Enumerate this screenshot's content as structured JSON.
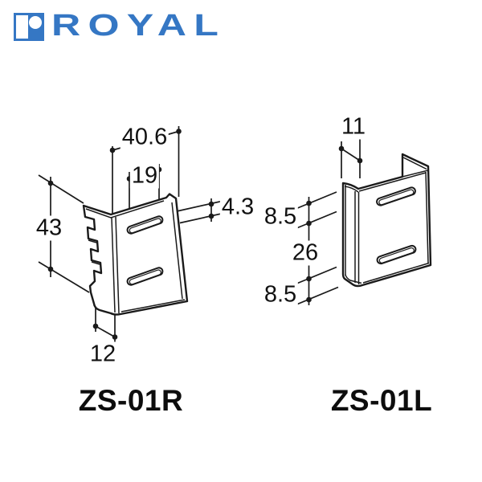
{
  "brand": {
    "name": "ROYAL"
  },
  "colors": {
    "brand_blue": "#3577c4",
    "line": "#1a1a1a",
    "background": "#ffffff"
  },
  "figures": [
    {
      "id": "ZS-01R",
      "label": "ZS-01R",
      "dimensions": {
        "overall_width": "40.6",
        "slot_offset": "19",
        "overall_height": "43",
        "fold_depth": "4.3",
        "tab_width": "12"
      }
    },
    {
      "id": "ZS-01L",
      "label": "ZS-01L",
      "dimensions": {
        "flange_depth": "11",
        "top_slot_offset": "8.5",
        "slot_spacing": "26",
        "bottom_slot_offset": "8.5"
      }
    }
  ]
}
